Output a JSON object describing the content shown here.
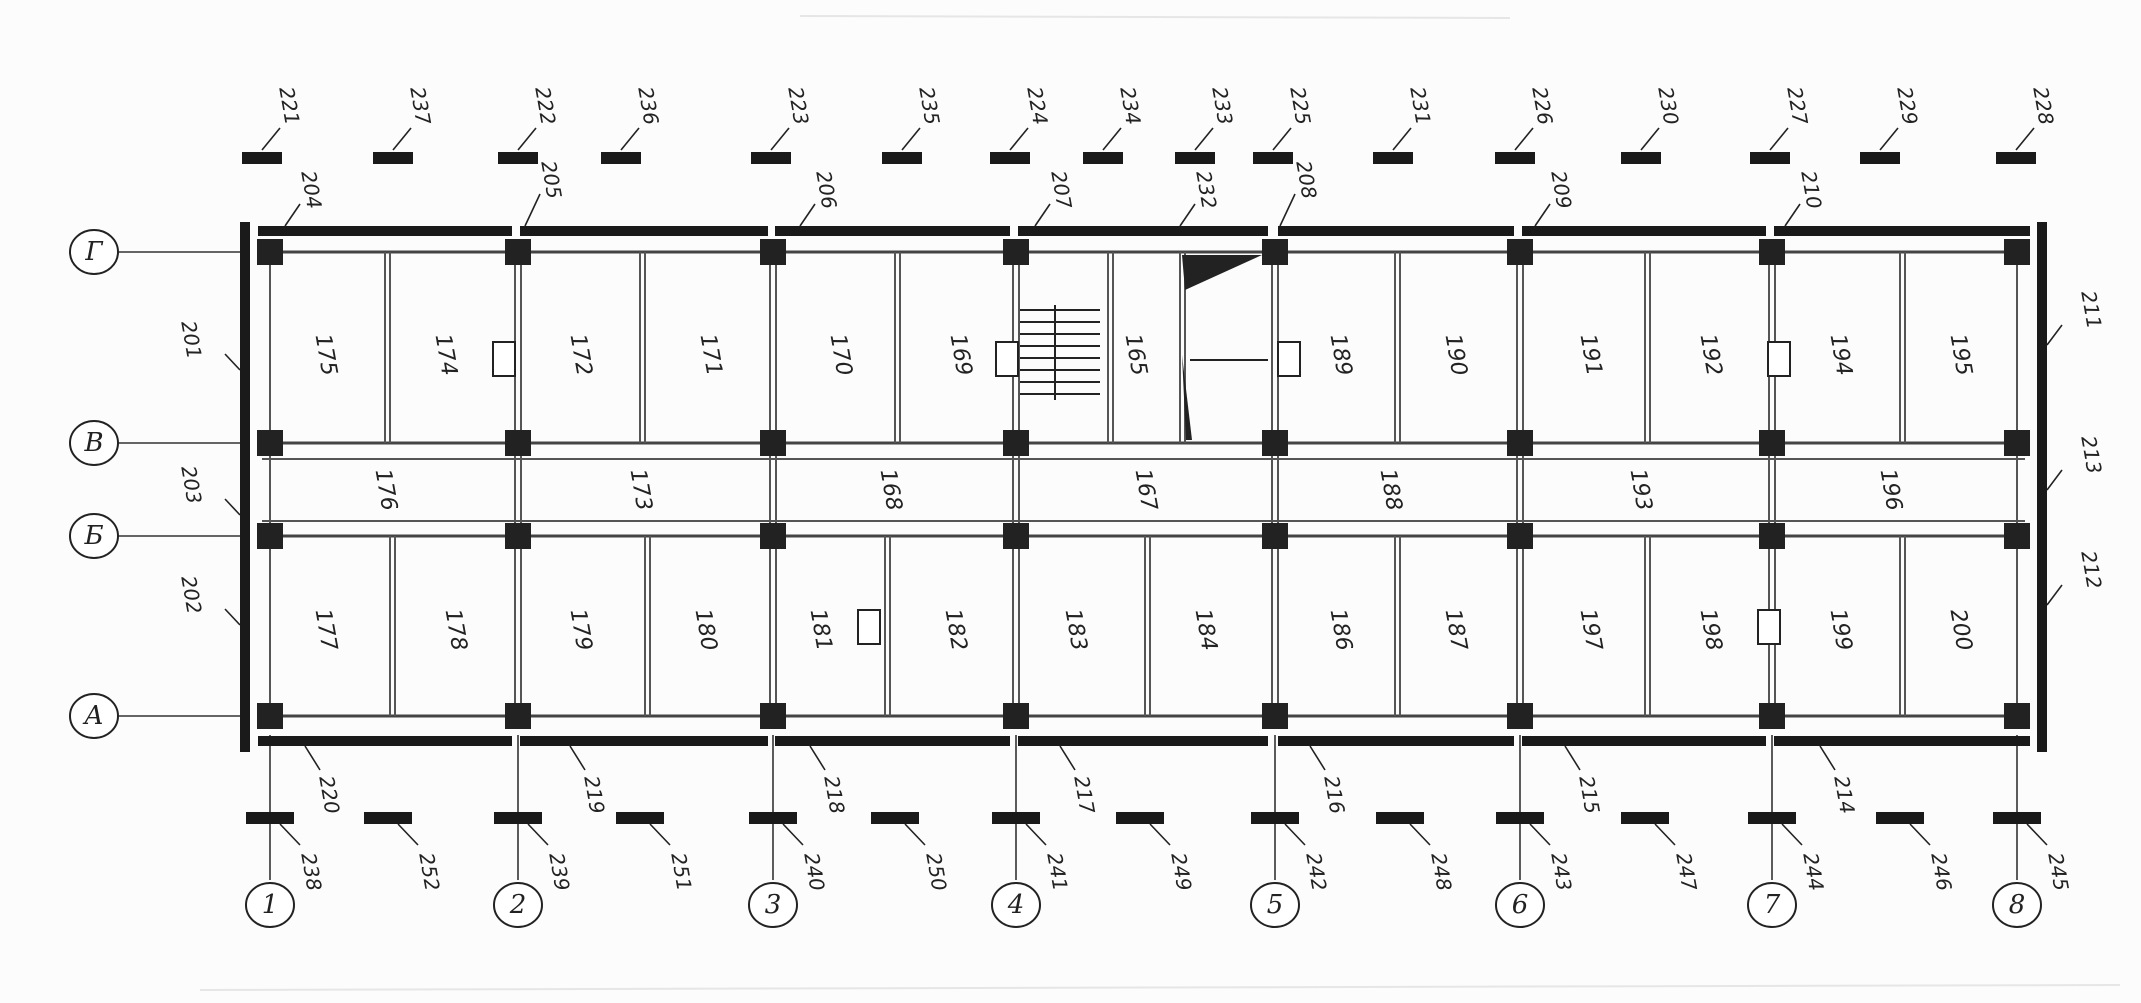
{
  "colors": {
    "ink": "#1a1a1a",
    "paper": "#fcfcfc"
  },
  "axes": {
    "columns": [
      "1",
      "2",
      "3",
      "4",
      "5",
      "6",
      "7",
      "8"
    ],
    "rows": [
      "Г",
      "В",
      "Б",
      "А"
    ]
  },
  "top_panel_labels": [
    "221",
    "237",
    "222",
    "236",
    "223",
    "235",
    "224",
    "234",
    "233",
    "225",
    "231",
    "226",
    "230",
    "227",
    "229",
    "228"
  ],
  "top_beam_labels": [
    "204",
    "205",
    "206",
    "207",
    "208",
    "209",
    "210",
    "232"
  ],
  "bottom_beam_labels": [
    "220",
    "219",
    "218",
    "217",
    "216",
    "215",
    "214"
  ],
  "bottom_panel_labels": [
    "238",
    "252",
    "239",
    "251",
    "240",
    "250",
    "241",
    "249",
    "242",
    "248",
    "243",
    "247",
    "244",
    "246",
    "245"
  ],
  "left_side_labels": [
    "201",
    "203",
    "202"
  ],
  "right_side_labels": [
    "211",
    "213",
    "212"
  ],
  "rooms_top": [
    "175",
    "174",
    "172",
    "171",
    "170",
    "169",
    "165",
    "189",
    "190",
    "191",
    "192",
    "194",
    "195"
  ],
  "rooms_corridor": [
    "176",
    "173",
    "168",
    "167",
    "188",
    "193",
    "196"
  ],
  "rooms_bottom": [
    "177",
    "178",
    "179",
    "180",
    "181",
    "182",
    "183",
    "184",
    "186",
    "187",
    "197",
    "198",
    "199",
    "200"
  ]
}
